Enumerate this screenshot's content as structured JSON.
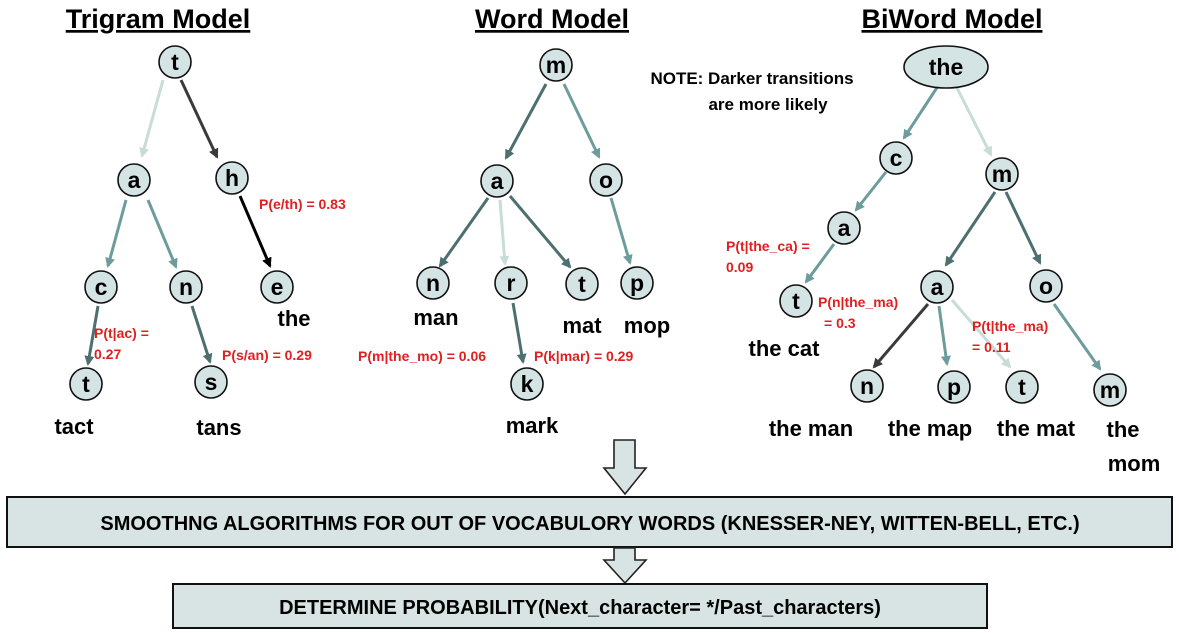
{
  "titles": {
    "trigram": "Trigram Model",
    "word": "Word Model",
    "biword": "BiWord Model"
  },
  "note": {
    "line1": "NOTE: Darker transitions",
    "line2": "are more likely"
  },
  "trigram": {
    "nodes": {
      "t1": "t",
      "a": "a",
      "h": "h",
      "c": "c",
      "n": "n",
      "e": "e",
      "t2": "t",
      "s": "s"
    },
    "words": {
      "the": "the",
      "tact": "tact",
      "tans": "tans"
    },
    "probs": {
      "p_e_th": "P(e/th) = 0.83",
      "p_t_ac_1": "P(t|ac) =",
      "p_t_ac_2": "0.27",
      "p_s_an": "P(s/an) = 0.29"
    }
  },
  "wordmodel": {
    "nodes": {
      "m": "m",
      "a": "a",
      "o": "o",
      "n": "n",
      "r": "r",
      "t": "t",
      "p": "p",
      "k": "k"
    },
    "words": {
      "man": "man",
      "mat": "mat",
      "mop": "mop",
      "mark": "mark"
    },
    "probs": {
      "p_m_the_mo": "P(m|the_mo) = 0.06",
      "p_k_mar": "P(k|mar) = 0.29"
    }
  },
  "biword": {
    "nodes": {
      "the": "the",
      "c": "c",
      "m1": "m",
      "a1": "a",
      "t1": "t",
      "a2": "a",
      "o": "o",
      "n": "n",
      "p": "p",
      "t2": "t",
      "m2": "m"
    },
    "words": {
      "the_cat": "the cat",
      "the_man": "the man",
      "the_map": "the map",
      "the_mat": "the mat",
      "the_mom_1": "the",
      "the_mom_2": "mom"
    },
    "probs": {
      "p_t_the_ca_1": "P(t|the_ca) =",
      "p_t_the_ca_2": "0.09",
      "p_n_the_ma_1": "P(n|the_ma)",
      "p_n_the_ma_2": "= 0.3",
      "p_t_the_ma_1": "P(t|the_ma)",
      "p_t_the_ma_2": "= 0.11"
    }
  },
  "boxes": {
    "smoothing": "SMOOTHNG ALGORITHMS FOR OUT OF VOCABULORY WORDS (KNESSER-NEY, WITTEN-BELL, ETC.)",
    "determine": "DETERMINE PROBABILITY(Next_character= */Past_characters)"
  }
}
